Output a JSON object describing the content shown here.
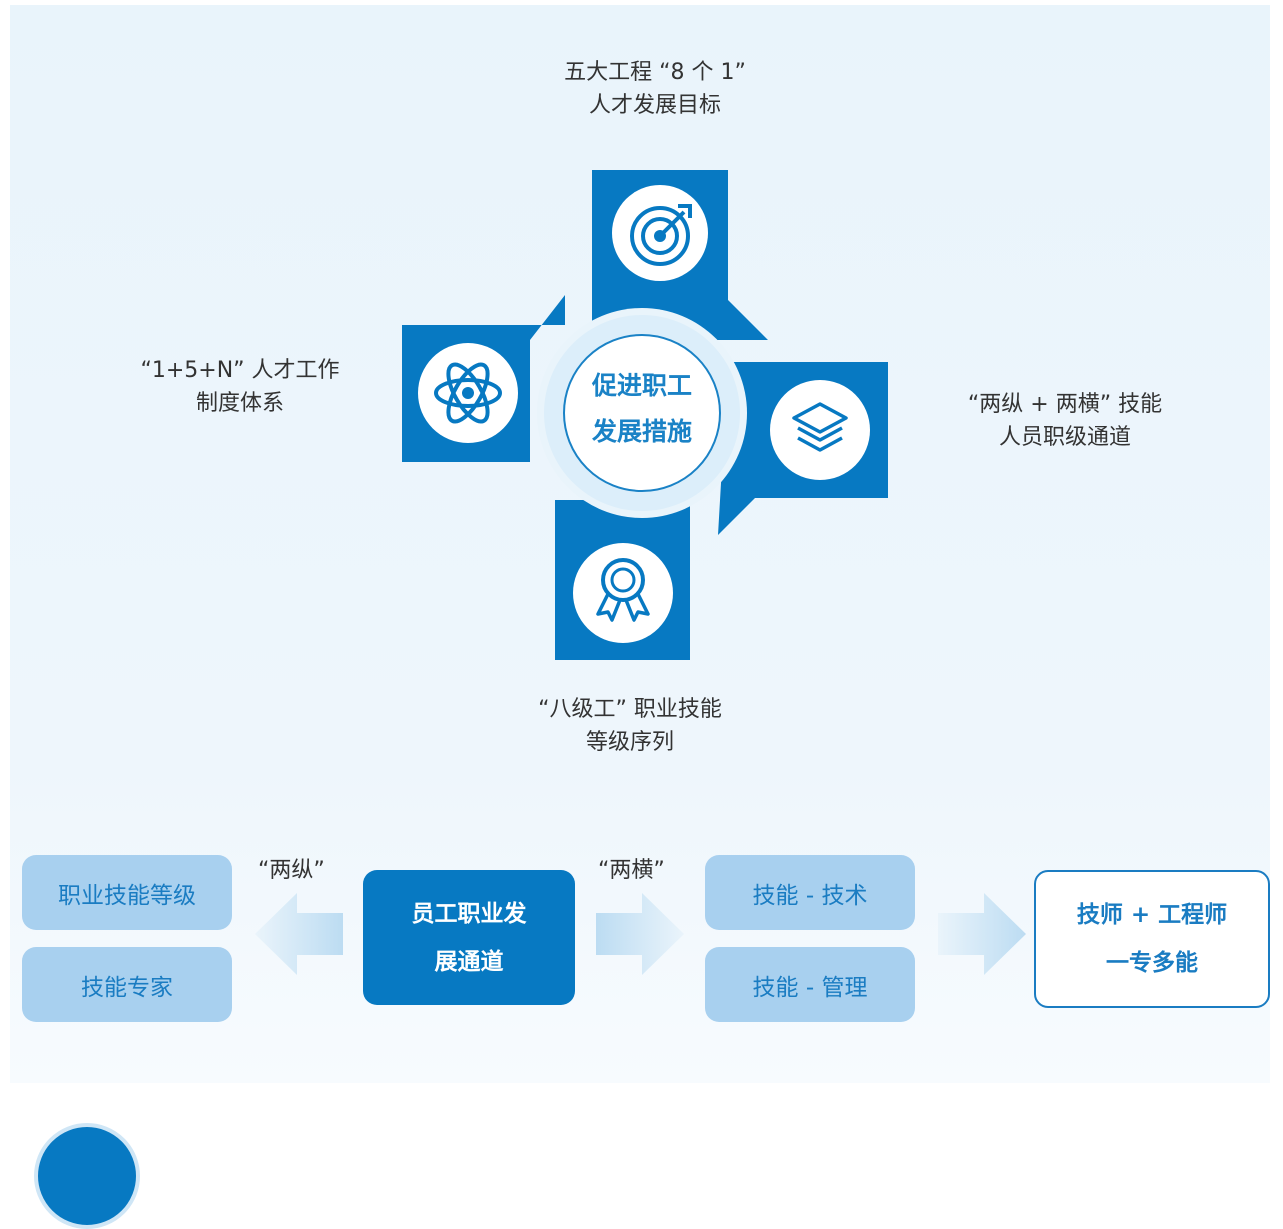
{
  "diagram": {
    "center": {
      "line1": "促进职工",
      "line2": "发展措施"
    },
    "measures": {
      "top": {
        "line1": "五大工程 “8 个 1”",
        "line2": "人才发展目标",
        "icon": "target-icon"
      },
      "left": {
        "line1": "“1+5+N” 人才工作",
        "line2": "制度体系",
        "icon": "atom-icon"
      },
      "right": {
        "line1": "“两纵 + 两横” 技能",
        "line2": "人员职级通道",
        "icon": "layers-icon"
      },
      "bottom": {
        "line1": "“八级工” 职业技能",
        "line2": "等级序列",
        "icon": "medal-icon"
      }
    }
  },
  "flow": {
    "left_quote": "“两纵”",
    "right_quote": "“两横”",
    "left_boxes": [
      "职业技能等级",
      "技能专家"
    ],
    "center_box": {
      "line1": "员工职业发",
      "line2": "展通道"
    },
    "right_boxes": [
      "技能 - 技术",
      "技能 - 管理"
    ],
    "result_box": {
      "line1": "技师 + 工程师",
      "line2": "一专多能"
    }
  },
  "colors": {
    "primary": "#0779c2",
    "light_box": "#a8d0ef",
    "panel": "#eaf4fb"
  }
}
